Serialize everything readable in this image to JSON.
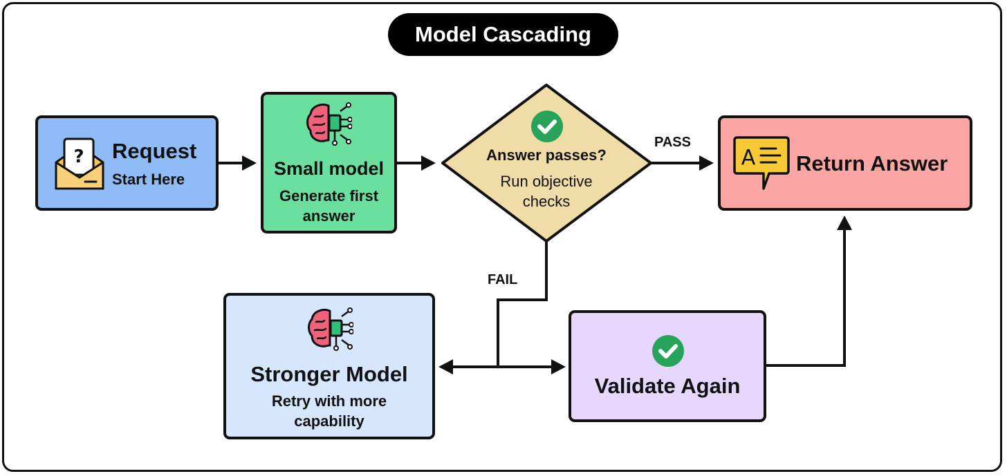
{
  "title": "Model Cascading",
  "nodes": {
    "request": {
      "title": "Request",
      "subtitle": "Start Here",
      "icon": "envelope-question-icon",
      "color": "#8fbcf6"
    },
    "small_model": {
      "title": "Small model",
      "subtitle": "Generate first answer",
      "icon": "brain-chip-icon",
      "color": "#6be09e"
    },
    "decision": {
      "title": "Answer passes?",
      "subtitle": "Run objective checks",
      "icon": "check-circle-icon",
      "color": "#f0dca6"
    },
    "return_answer": {
      "title": "Return Answer",
      "icon": "text-speech-bubble-icon",
      "color": "#fca5a5"
    },
    "stronger_model": {
      "title": "Stronger Model",
      "subtitle": "Retry with more capability",
      "icon": "brain-chip-icon",
      "color": "#d6e6fc"
    },
    "validate_again": {
      "title": "Validate Again",
      "icon": "check-circle-icon",
      "color": "#e7d7fd"
    }
  },
  "edges": {
    "pass_label": "PASS",
    "fail_label": "FAIL"
  }
}
